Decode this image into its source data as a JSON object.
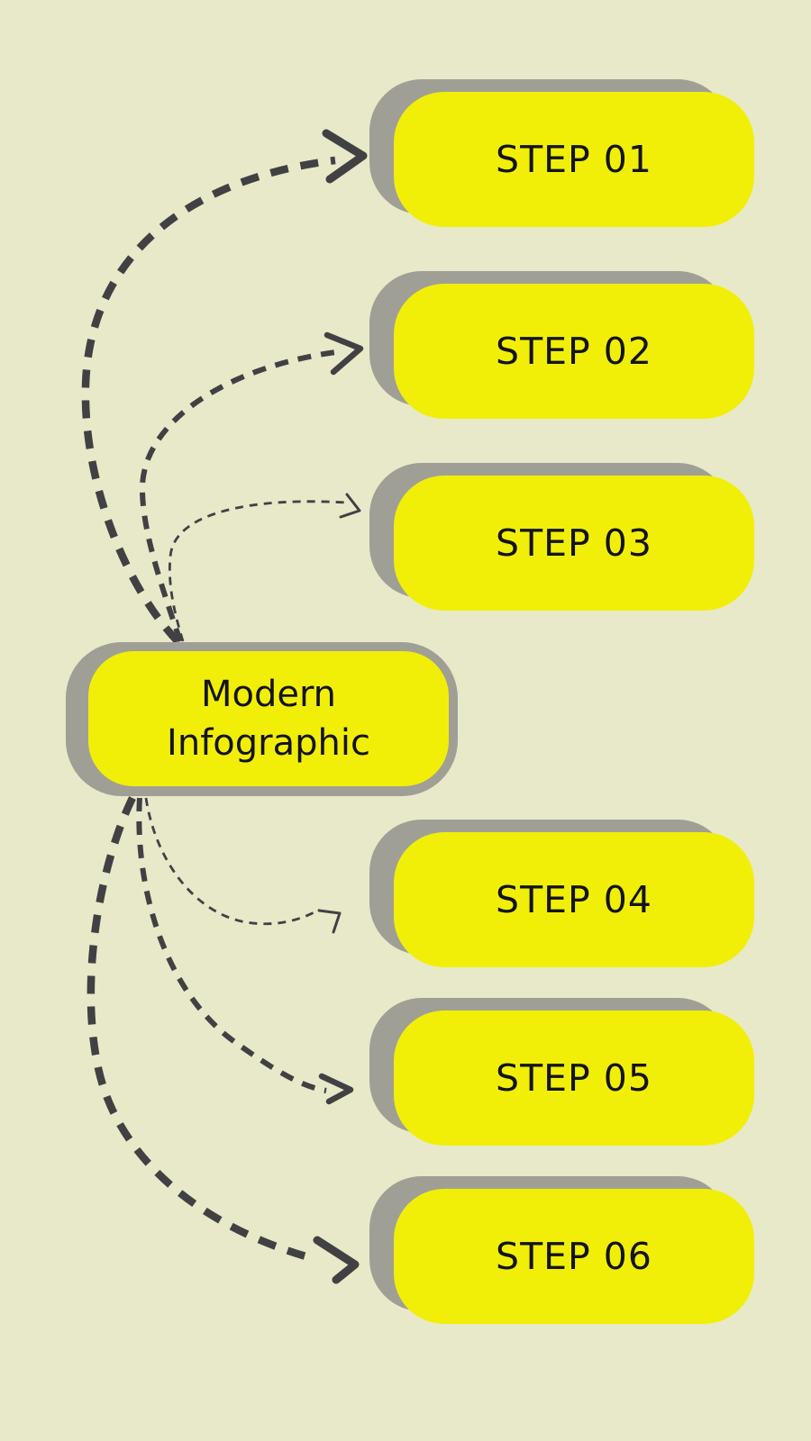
{
  "title": {
    "line1": "Modern",
    "line2": "Infographic"
  },
  "steps": [
    {
      "label": "STEP 01",
      "arrow_weight": "thick"
    },
    {
      "label": "STEP 02",
      "arrow_weight": "medium"
    },
    {
      "label": "STEP 03",
      "arrow_weight": "thin"
    },
    {
      "label": "STEP 04",
      "arrow_weight": "thin"
    },
    {
      "label": "STEP 05",
      "arrow_weight": "medium"
    },
    {
      "label": "STEP 06",
      "arrow_weight": "thick"
    }
  ],
  "colors": {
    "background": "#e8e9c9",
    "box_fill": "#f1ef08",
    "shadow": "#a09f95",
    "arrow": "#414144",
    "text": "#141414"
  }
}
